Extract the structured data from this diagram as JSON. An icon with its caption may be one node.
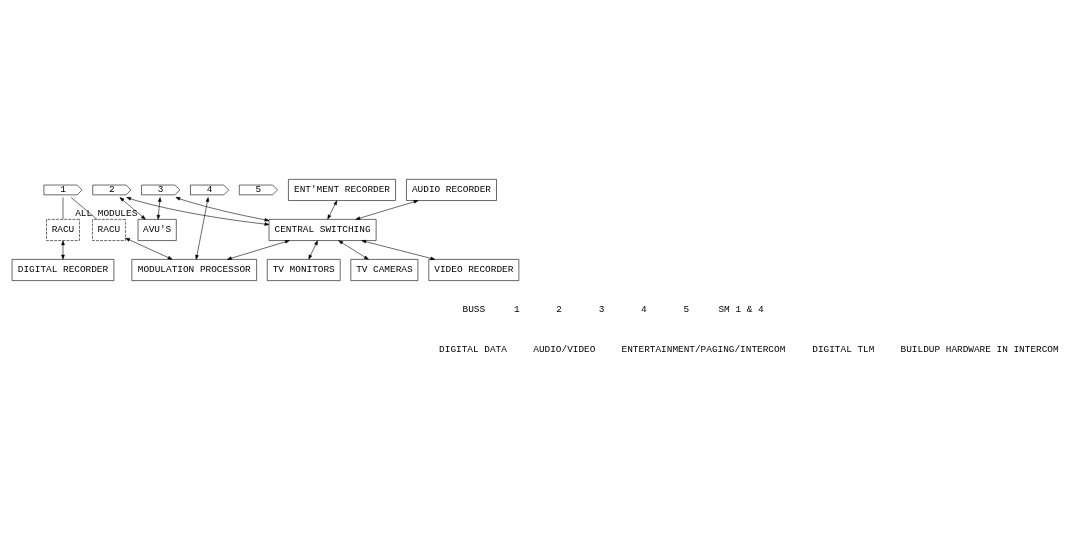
{
  "diagram": {
    "nodes": [
      {
        "text": [
          "1"
        ]
      },
      {
        "text": [
          "2"
        ]
      },
      {
        "text": [
          "3"
        ]
      },
      {
        "text": [
          "4"
        ]
      },
      {
        "text": [
          "5"
        ]
      },
      {
        "text": [
          "AVU'S"
        ],
        "beside": [
          "ALL MODULES"
        ]
      },
      {
        "text": [
          "RACU"
        ]
      },
      {
        "text": [
          "DIGITAL RECORDER"
        ]
      },
      {
        "text": [
          "CENTRAL SWITCHING"
        ]
      },
      {
        "text": [
          "RACU"
        ]
      },
      {
        "text": [
          "TV MONITORS"
        ]
      },
      {
        "text": [
          "AUDIO RECORDER"
        ]
      },
      {
        "text": [
          "MODULATION PROCESSOR"
        ]
      },
      {
        "text": [
          "TV CAMERAS"
        ]
      },
      {
        "text": [
          "ENT'MENT RECORDER"
        ]
      },
      {
        "text": [
          "VIDEO RECORDER"
        ]
      }
    ],
    "edges": [
      {
        "from": 2,
        "to": 5,
        "arrow": "both"
      },
      {
        "from": 1,
        "to": 5,
        "arrow": "both"
      },
      {
        "from": 0,
        "to": 6,
        "arrow": "none"
      },
      {
        "from": 6,
        "to": 7,
        "arrow": "both"
      },
      {
        "from": 2,
        "to": 8,
        "arrow": "both"
      },
      {
        "from": 1,
        "to": 8,
        "arrow": "both"
      },
      {
        "from": 0,
        "to": 9,
        "arrow": "none"
      },
      {
        "from": 9,
        "to": 12,
        "arrow": "both"
      },
      {
        "from": 3,
        "to": 12,
        "arrow": "both"
      },
      {
        "from": 8,
        "to": 10,
        "arrow": "both"
      },
      {
        "from": 8,
        "to": 13,
        "arrow": "both"
      },
      {
        "from": 8,
        "to": 15,
        "arrow": "both"
      },
      {
        "from": 11,
        "to": 8,
        "arrow": "both"
      },
      {
        "from": 14,
        "to": 8,
        "arrow": "both"
      },
      {
        "from": 8,
        "to": 12,
        "arrow": "both"
      }
    ],
    "labels": [
      "BUSS",
      "1",
      "2",
      "3",
      "4",
      "5",
      "SM 1 & 4"
    ],
    "legend": [
      {
        "text": "DIGITAL DATA"
      },
      {
        "text": "AUDIO/VIDEO"
      },
      {
        "text": "ENTERTAINMENT/PAGING/INTERCOM"
      },
      {
        "text": "DIGITAL TLM"
      },
      {
        "text": "BUILDUP HARDWARE IN INTERCOM"
      }
    ]
  }
}
